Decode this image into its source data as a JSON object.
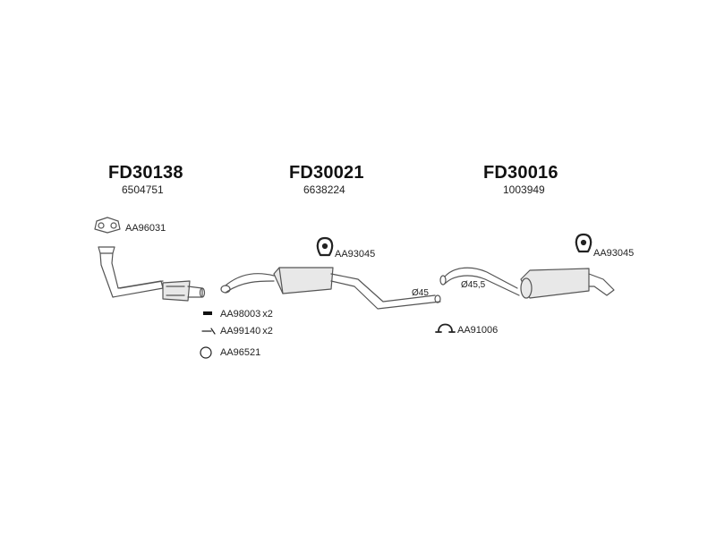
{
  "sections": [
    {
      "code": "FD30138",
      "ref": "6504751"
    },
    {
      "code": "FD30021",
      "ref": "6638224"
    },
    {
      "code": "FD30016",
      "ref": "1003949"
    }
  ],
  "parts": {
    "gasket_front": {
      "code": "AA96031"
    },
    "hanger_mid": {
      "code": "AA93045"
    },
    "hanger_rear": {
      "code": "AA93045"
    },
    "bolt": {
      "code": "AA98003",
      "qty": "x2"
    },
    "spring": {
      "code": "AA99140",
      "qty": "x2"
    },
    "ring": {
      "code": "AA96521"
    },
    "clamp": {
      "code": "AA91006"
    }
  },
  "dimensions": {
    "mid_outlet": "Ø45",
    "rear_inlet": "Ø45,5"
  },
  "colors": {
    "line": "#555555",
    "text": "#222222",
    "fill": "#e8e8e8"
  }
}
